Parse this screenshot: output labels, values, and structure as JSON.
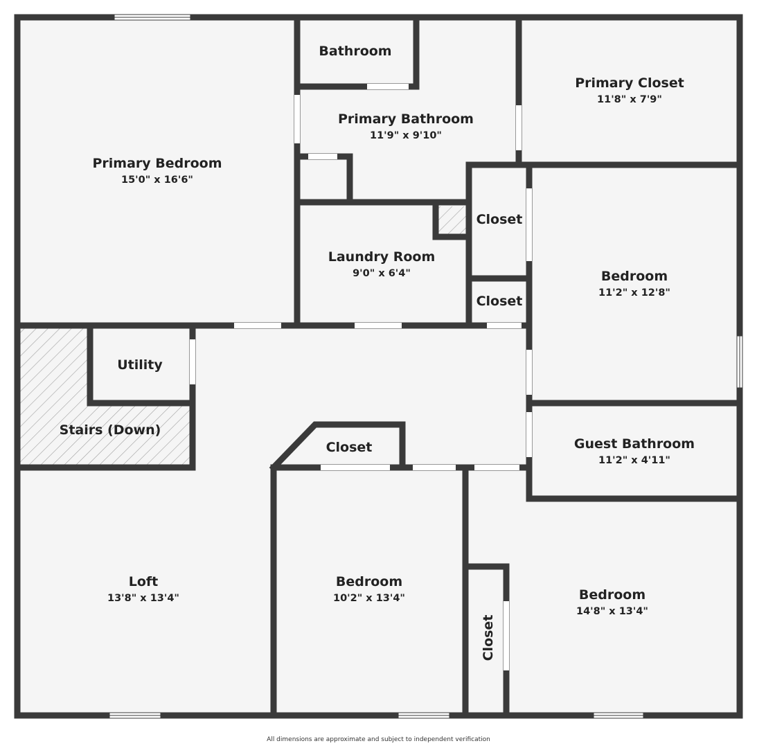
{
  "colors": {
    "wall": "#3a3a3a",
    "floor": "#f5f5f5",
    "opening": "#ffffff",
    "hatch": "#9a9a9a"
  },
  "rooms": {
    "primary_bedroom": {
      "name": "Primary Bedroom",
      "dims": "15'0\" x 16'6\""
    },
    "bathroom": {
      "name": "Bathroom"
    },
    "primary_bathroom": {
      "name": "Primary Bathroom",
      "dims": "11'9\" x 9'10\""
    },
    "primary_closet": {
      "name": "Primary Closet",
      "dims": "11'8\" x 7'9\""
    },
    "laundry_room": {
      "name": "Laundry Room",
      "dims": "9'0\" x 6'4\""
    },
    "closet_upper": {
      "name": "Closet"
    },
    "closet_lower": {
      "name": "Closet"
    },
    "bedroom_east": {
      "name": "Bedroom",
      "dims": "11'2\" x 12'8\""
    },
    "utility": {
      "name": "Utility"
    },
    "stairs": {
      "name": "Stairs (Down)"
    },
    "closet_hall": {
      "name": "Closet"
    },
    "guest_bathroom": {
      "name": "Guest Bathroom",
      "dims": "11'2\" x 4'11\""
    },
    "loft": {
      "name": "Loft",
      "dims": "13'8\" x 13'4\""
    },
    "bedroom_middle": {
      "name": "Bedroom",
      "dims": "10'2\" x 13'4\""
    },
    "closet_vertical": {
      "name": "Closet"
    },
    "bedroom_southeast": {
      "name": "Bedroom",
      "dims": "14'8\" x 13'4\""
    }
  },
  "footer": {
    "disclaimer": "All dimensions are approximate and subject to independent verification"
  }
}
